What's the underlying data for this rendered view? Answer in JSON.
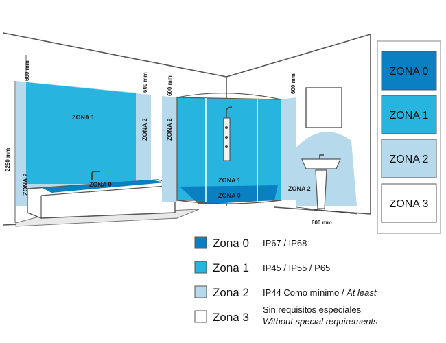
{
  "colors": {
    "zone0": "#0a7fc2",
    "zone1": "#27b5e0",
    "zone2": "#b7d9ec",
    "zone3": "#ffffff",
    "outline": "#555555"
  },
  "diagram": {
    "bath_zone1": "ZONA 1",
    "bath_zone0": "ZONA 0",
    "bath_zone2_left": "ZONA 2",
    "bath_zone2_right": "ZONA 2",
    "shower_zone2": "ZONA 2",
    "shower_zone1": "ZONA 1",
    "shower_zone0": "ZONA 0",
    "basin_zone2": "ZONA 2",
    "dim_2250": "2250 mm",
    "dim_600_a": "600 mm",
    "dim_600_b": "600 mm",
    "dim_600_c": "600 mm",
    "dim_600_d": "600 mm",
    "dim_600_floor": "600 mm"
  },
  "panel": {
    "items": [
      "ZONA 0",
      "ZONA 1",
      "ZONA 2",
      "ZONA 3"
    ]
  },
  "legend": {
    "items": [
      {
        "title": "Zona 0",
        "desc": "IP67 / IP68",
        "desc_italic": "",
        "desc2": "",
        "desc2_italic": ""
      },
      {
        "title": "Zona 1",
        "desc": "IP45 / IP55 / P65",
        "desc_italic": "",
        "desc2": "",
        "desc2_italic": ""
      },
      {
        "title": "Zona 2",
        "desc": "IP44 Como mínimo / ",
        "desc_italic": "At least",
        "desc2": "",
        "desc2_italic": ""
      },
      {
        "title": "Zona 3",
        "desc": "Sin requisitos especiales",
        "desc_italic": "",
        "desc2": "",
        "desc2_italic": "Without special requirements"
      }
    ]
  }
}
